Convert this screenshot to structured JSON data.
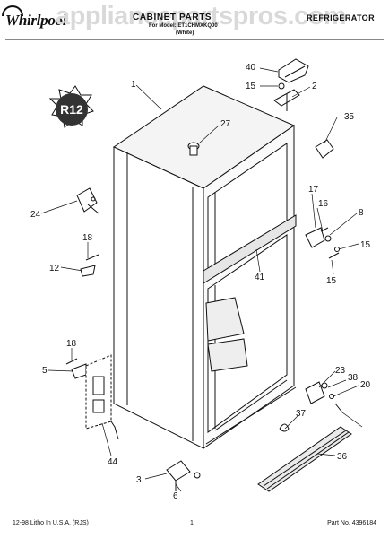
{
  "header": {
    "brand": "Whirlpool",
    "watermark": "appliancepartspros.com",
    "title": "CABINET PARTS",
    "subtitle": "For Model: ET1CHMXKQ00",
    "subtitle2": "(White)",
    "category": "REFRIGERATOR"
  },
  "badge": {
    "text": "R12"
  },
  "callouts": [
    "1",
    "2",
    "3",
    "5",
    "6",
    "8",
    "12",
    "15",
    "15",
    "15",
    "16",
    "17",
    "18",
    "18",
    "20",
    "23",
    "24",
    "27",
    "35",
    "36",
    "37",
    "38",
    "40",
    "41",
    "44"
  ],
  "footer": {
    "left": "12-98 Litho In U.S.A. (RJS)",
    "center": "1",
    "right": "Part No. 4396184"
  }
}
